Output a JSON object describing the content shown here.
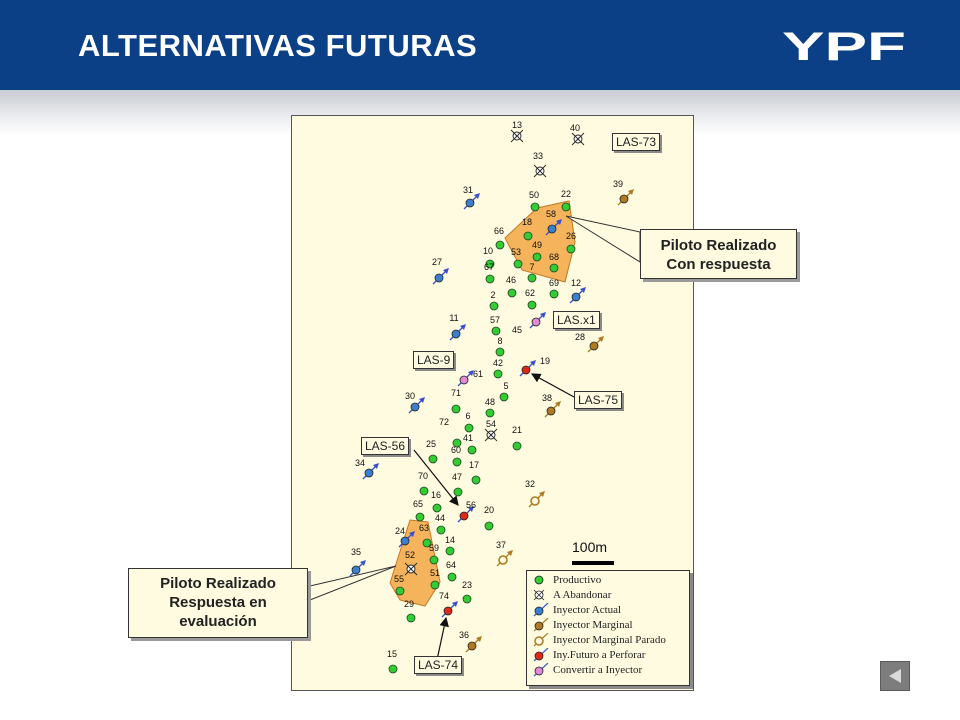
{
  "header": {
    "title": "ALTERNATIVAS FUTURAS",
    "logo_text": "YPF"
  },
  "colors": {
    "header_bg": "#0b3f86",
    "map_bg": "#fefbe0",
    "pilot_fill": "#f5b45c",
    "productive": "#33cc33",
    "injector": "#3a7fd0",
    "marginal": "#b07a20",
    "future": "#dd2a18",
    "convert": "#e08ad8"
  },
  "callouts": {
    "top_pilot": [
      "Piloto Realizado",
      "Con respuesta"
    ],
    "bottom_pilot": [
      "Piloto Realizado",
      "Respuesta en",
      "evaluación"
    ]
  },
  "tags": {
    "las73": "LAS-73",
    "lasx1": "LAS.x1",
    "las9": "LAS-9",
    "las75": "LAS-75",
    "las56": "LAS-56",
    "las74": "LAS-74"
  },
  "scale": {
    "label": "100m"
  },
  "legend": [
    {
      "label": "Productivo",
      "icon": "productive-well-icon"
    },
    {
      "label": "A Abandonar",
      "icon": "abandon-well-icon"
    },
    {
      "label": "Inyector Actual",
      "icon": "injector-icon"
    },
    {
      "label": "Inyector Marginal",
      "icon": "marginal-injector-icon"
    },
    {
      "label": "Inyector Marginal Parado",
      "icon": "stopped-marginal-injector-icon"
    },
    {
      "label": "Iny.Futuro a Perforar",
      "icon": "future-injector-icon"
    },
    {
      "label": "Convertir a Inyector",
      "icon": "convert-injector-icon"
    }
  ],
  "wells": [
    {
      "label": "13",
      "type": "abandon"
    },
    {
      "label": "40",
      "type": "abandon"
    },
    {
      "label": "33",
      "type": "abandon"
    },
    {
      "label": "31",
      "type": "injector"
    },
    {
      "label": "50",
      "type": "productive"
    },
    {
      "label": "22",
      "type": "productive"
    },
    {
      "label": "39",
      "type": "marginal"
    },
    {
      "label": "18",
      "type": "productive"
    },
    {
      "label": "58",
      "type": "injector"
    },
    {
      "label": "66",
      "type": "productive"
    },
    {
      "label": "26",
      "type": "productive"
    },
    {
      "label": "10",
      "type": "productive"
    },
    {
      "label": "53",
      "type": "productive"
    },
    {
      "label": "49",
      "type": "productive"
    },
    {
      "label": "68",
      "type": "productive"
    },
    {
      "label": "27",
      "type": "injector"
    },
    {
      "label": "67",
      "type": "productive"
    },
    {
      "label": "7",
      "type": "productive"
    },
    {
      "label": "46",
      "type": "productive"
    },
    {
      "label": "69",
      "type": "productive"
    },
    {
      "label": "12",
      "type": "injector"
    },
    {
      "label": "2",
      "type": "productive"
    },
    {
      "label": "62",
      "type": "productive"
    },
    {
      "label": "11",
      "type": "injector"
    },
    {
      "label": "57",
      "type": "productive"
    },
    {
      "label": "45",
      "type": "convert"
    },
    {
      "label": "28",
      "type": "marginal"
    },
    {
      "label": "8",
      "type": "productive"
    },
    {
      "label": "42",
      "type": "productive"
    },
    {
      "label": "19",
      "type": "future"
    },
    {
      "label": "61",
      "type": "convert"
    },
    {
      "label": "5",
      "type": "productive"
    },
    {
      "label": "30",
      "type": "injector"
    },
    {
      "label": "71",
      "type": "productive"
    },
    {
      "label": "48",
      "type": "productive"
    },
    {
      "label": "38",
      "type": "marginal"
    },
    {
      "label": "6",
      "type": "productive"
    },
    {
      "label": "72",
      "type": "productive"
    },
    {
      "label": "54",
      "type": "abandon"
    },
    {
      "label": "21",
      "type": "productive"
    },
    {
      "label": "41",
      "type": "productive"
    },
    {
      "label": "25",
      "type": "productive"
    },
    {
      "label": "60",
      "type": "productive"
    },
    {
      "label": "17",
      "type": "productive"
    },
    {
      "label": "34",
      "type": "injector"
    },
    {
      "label": "70",
      "type": "productive"
    },
    {
      "label": "47",
      "type": "productive"
    },
    {
      "label": "32",
      "type": "stopped"
    },
    {
      "label": "16",
      "type": "productive"
    },
    {
      "label": "65",
      "type": "productive"
    },
    {
      "label": "56",
      "type": "future"
    },
    {
      "label": "20",
      "type": "productive"
    },
    {
      "label": "44",
      "type": "productive"
    },
    {
      "label": "24",
      "type": "injector"
    },
    {
      "label": "63",
      "type": "productive"
    },
    {
      "label": "14",
      "type": "productive"
    },
    {
      "label": "59",
      "type": "productive"
    },
    {
      "label": "37",
      "type": "stopped"
    },
    {
      "label": "52",
      "type": "abandon"
    },
    {
      "label": "35",
      "type": "injector"
    },
    {
      "label": "64",
      "type": "productive"
    },
    {
      "label": "51",
      "type": "productive"
    },
    {
      "label": "55",
      "type": "productive"
    },
    {
      "label": "23",
      "type": "productive"
    },
    {
      "label": "29",
      "type": "productive"
    },
    {
      "label": "74",
      "type": "future"
    },
    {
      "label": "36",
      "type": "marginal"
    },
    {
      "label": "15",
      "type": "productive"
    }
  ]
}
